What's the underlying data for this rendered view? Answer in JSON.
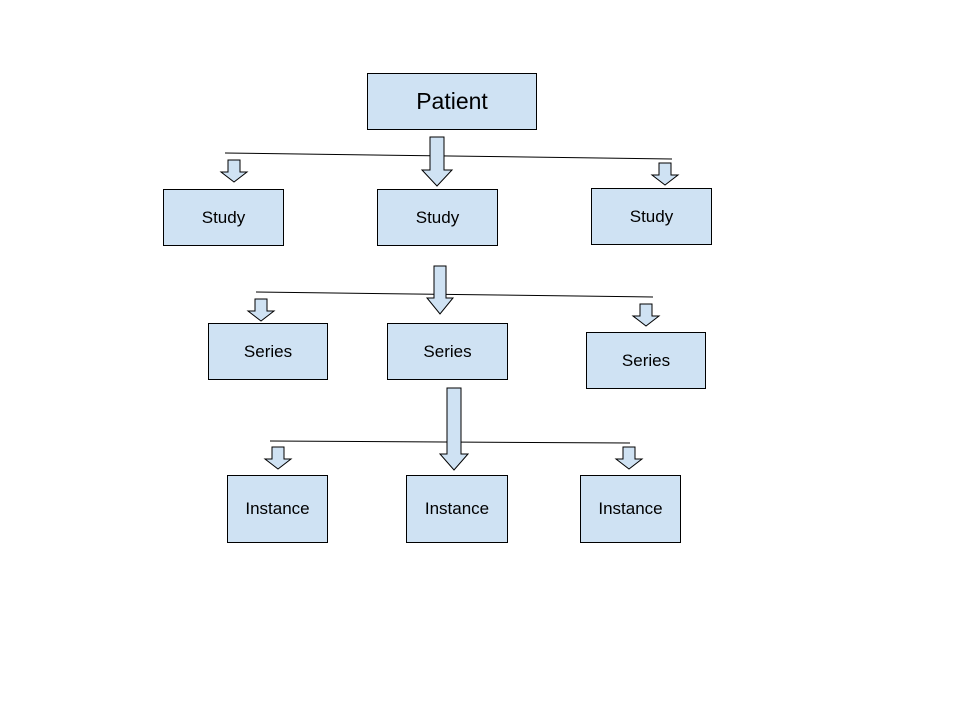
{
  "diagram": {
    "colors": {
      "box_fill": "#cfe2f3",
      "border": "#000000",
      "background": "#ffffff"
    },
    "root": {
      "label": "Patient"
    },
    "level1": [
      "Study",
      "Study",
      "Study"
    ],
    "level2": [
      "Series",
      "Series",
      "Series"
    ],
    "level3": [
      "Instance",
      "Instance",
      "Instance"
    ]
  }
}
